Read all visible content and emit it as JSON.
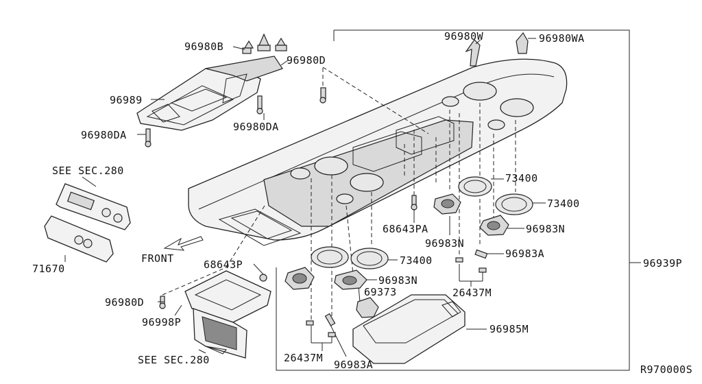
{
  "diagram": {
    "reference_code": "R970000S",
    "direction_label": "FRONT",
    "see_section_top": "SEE SEC.280",
    "see_section_bottom": "SEE SEC.280"
  },
  "callouts": {
    "p96980B": "96980B",
    "p96980D_top": "96980D",
    "p96989": "96989",
    "p96980DA_mid": "96980DA",
    "p96980DA_left": "96980DA",
    "p96980W": "96980W",
    "p96980WA": "96980WA",
    "p73400_a": "73400",
    "p73400_b": "73400",
    "p73400_c": "73400",
    "p68643PA": "68643PA",
    "p96983N_a": "96983N",
    "p96983N_b": "96983N",
    "p96983N_c": "96983N",
    "p96983A_a": "96983A",
    "p96983A_b": "96983A",
    "p68643P": "68643P",
    "p69373": "69373",
    "p96939P": "96939P",
    "p26437M_a": "26437M",
    "p26437M_b": "26437M",
    "p96985M": "96985M",
    "p71670": "71670",
    "p96980D_left": "96980D",
    "p96998P": "96998P"
  }
}
